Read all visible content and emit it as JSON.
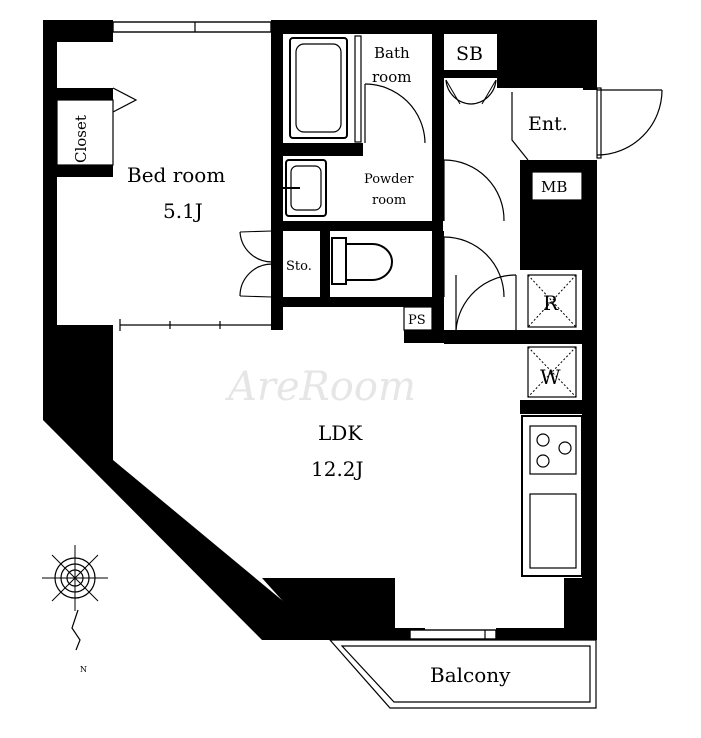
{
  "rooms": {
    "bedroom": {
      "name": "Bed room",
      "size": "5.1J"
    },
    "ldk": {
      "name": "LDK",
      "size": "12.2J"
    },
    "closet": "Closet",
    "bath": {
      "line1": "Bath",
      "line2": "room"
    },
    "sb": "SB",
    "entrance": "Ent.",
    "mb": "MB",
    "powder": {
      "line1": "Powder",
      "line2": "room"
    },
    "storage": "Sto.",
    "ps": "PS",
    "refrigerator": "R",
    "washer": "W",
    "balcony": "Balcony"
  },
  "compass": {
    "north": "N"
  }
}
